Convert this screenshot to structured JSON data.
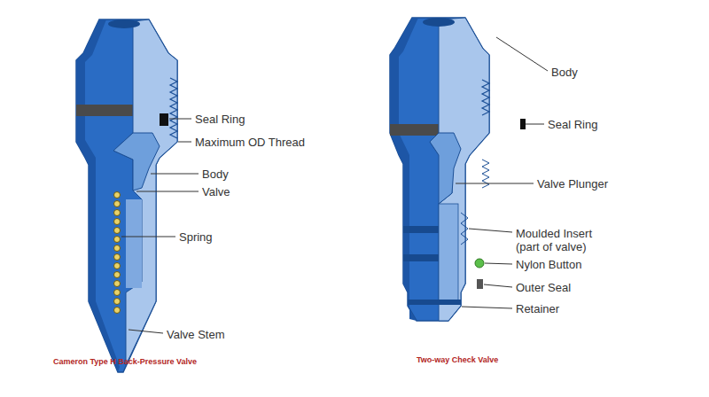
{
  "diagram": {
    "labels": [
      "Seal Ring",
      "Maximum OD Thread",
      "Body",
      "Valve",
      "Spring",
      "Valve Stem",
      "Cameron Type H Back-Pressure Valve",
      "Body",
      "Seal Ring",
      "Valve Plunger",
      "Moulded Insert (part of valve)",
      "Nylon Button",
      "Outer Seal",
      "Retainer",
      "Two-way Check Valve"
    ]
  }
}
